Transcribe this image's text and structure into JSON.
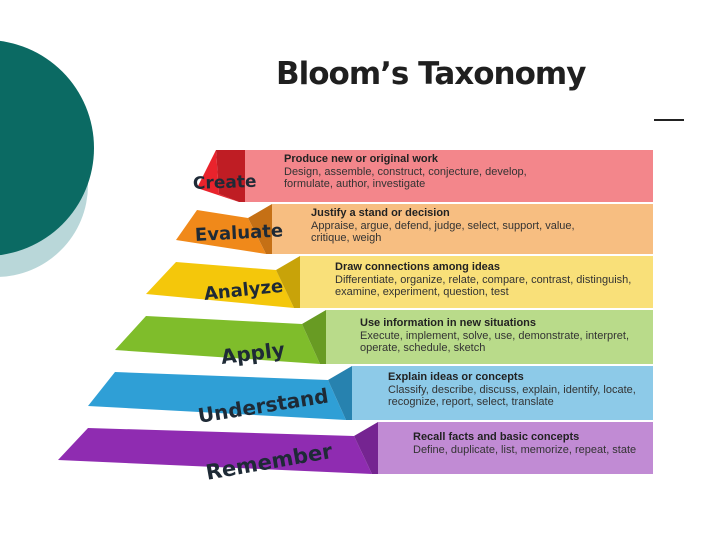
{
  "title": "Bloom’s Taxonomy",
  "colors": {
    "accent_dark": "#0b6a63",
    "accent_light": "#b9d7d9",
    "create": "#e9232c",
    "evaluate": "#f0891a",
    "analyze": "#f4c70b",
    "apply": "#7fbd2b",
    "understand": "#2f9fd6",
    "remember": "#8f2cb1"
  },
  "levels": [
    {
      "name": "Create",
      "heading": "Produce new or original work",
      "description": "Design, assemble, construct, conjecture, develop, formulate, author, investigate"
    },
    {
      "name": "Evaluate",
      "heading": "Justify a stand or decision",
      "description": "Appraise, argue, defend, judge, select, support, value, critique, weigh"
    },
    {
      "name": "Analyze",
      "heading": "Draw connections among ideas",
      "description": "Differentiate, organize, relate, compare, contrast, distinguish, examine, experiment, question, test"
    },
    {
      "name": "Apply",
      "heading": "Use information in new situations",
      "description": "Execute, implement, solve, use, demonstrate, interpret, operate, schedule, sketch"
    },
    {
      "name": "Understand",
      "heading": "Explain ideas or concepts",
      "description": "Classify, describe, discuss, explain, identify, locate, recognize, report, select, translate"
    },
    {
      "name": "Remember",
      "heading": "Recall facts and basic concepts",
      "description": "Define, duplicate, list, memorize, repeat, state"
    }
  ]
}
